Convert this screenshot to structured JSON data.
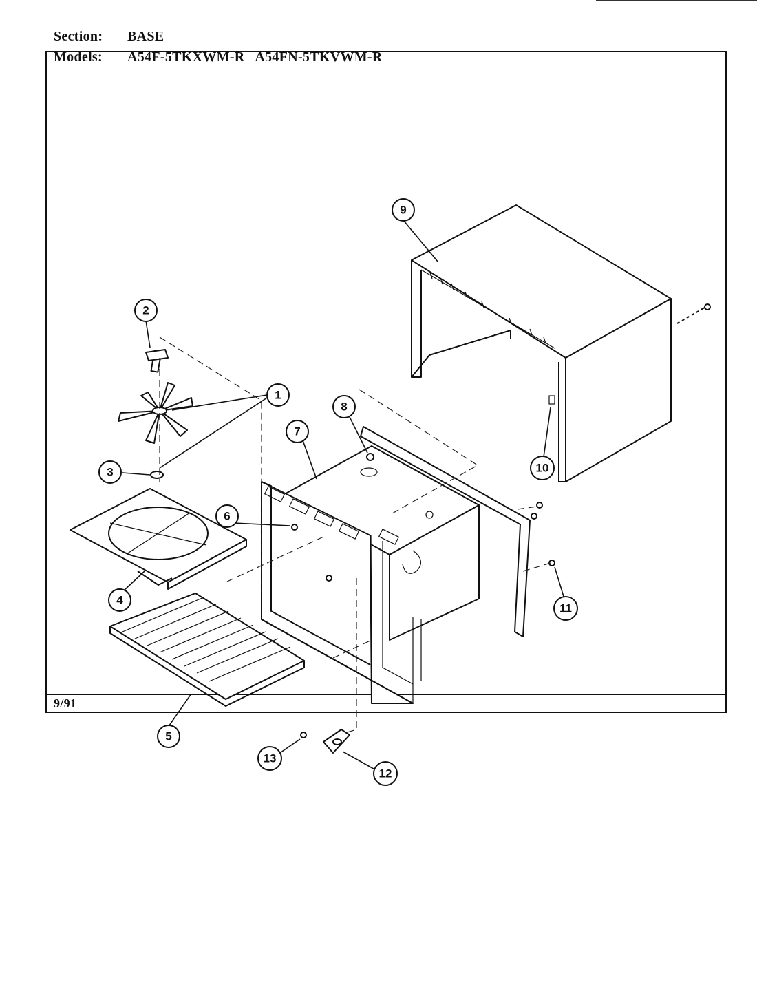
{
  "header": {
    "section_label": "Section:",
    "section_value": "BASE",
    "models_label": "Models:",
    "models_value": "A54F-5TKXWM-R   A54FN-5TKVWM-R"
  },
  "footer": {
    "date": "9/91"
  },
  "callouts": [
    "1",
    "2",
    "3",
    "4",
    "5",
    "6",
    "7",
    "8",
    "9",
    "10",
    "11",
    "12",
    "13"
  ]
}
